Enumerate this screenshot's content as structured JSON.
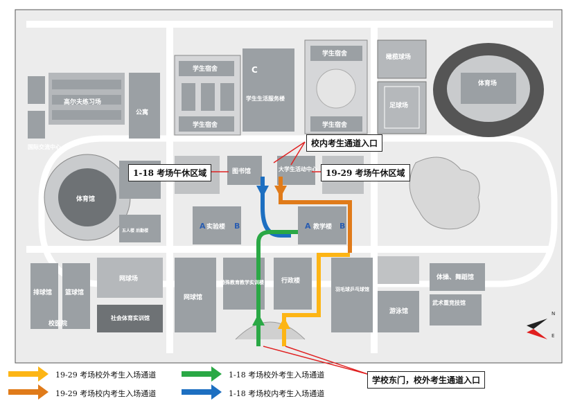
{
  "buildings": {
    "dorm_top_left": "学生宿舍",
    "dorm_mid_left": "学生宿舍",
    "label_c": "C",
    "service_building": "学生生活服务楼",
    "dorm_top_right": "学生宿舍",
    "dorm_mid_right": "学生宿舍",
    "golf": "高尔夫练习场",
    "apartment": "公寓",
    "intl_center": "国际交流中心",
    "gym": "体育馆",
    "library": "图书馆",
    "student_center": "大学生活动中心",
    "lab_building": "实验楼",
    "teaching_building": "教学楼",
    "label_a1": "A",
    "label_b1": "B",
    "label_a2": "A",
    "label_b2": "B",
    "wulou": "五人楼 后勤楼",
    "tennis_field": "网球场",
    "tennis_hall": "网球馆",
    "special_edu": "特殊教育教学实训楼",
    "admin": "行政楼",
    "badminton": "羽毛球乒乓球馆",
    "swimming": "游泳馆",
    "dance": "体操、舞蹈馆",
    "martial": "武术重竞技馆",
    "volleyball": "排球馆",
    "basketball": "篮球馆",
    "clinic": "校医院",
    "social_sports": "社会体育实训馆",
    "stadium": "体育场",
    "football": "足球场",
    "rugby": "橄榄球场"
  },
  "callouts": {
    "inner_entrance": "校内考生通道入口",
    "rest_1_18": "1-18 考场午休区域",
    "rest_19_29": "19-29 考场午休区域",
    "east_gate": "学校东门，校外考生通道入口"
  },
  "compass": {
    "n": "N",
    "e": "E"
  },
  "legend": [
    {
      "label": "19-29 考场校外考生入场通道",
      "color": "#fdb515"
    },
    {
      "label": "1-18 考场校外考生入场通道",
      "color": "#2aa845"
    },
    {
      "label": "19-29 考场校内考生入场通道",
      "color": "#e07b1a"
    },
    {
      "label": "1-18 考场校内考生入场通道",
      "color": "#1d6fc1"
    }
  ],
  "colors": {
    "map_bg": "#e9e9e9",
    "building": "#9ba0a4",
    "road": "#ffffff",
    "callout_arrow": "#e02020"
  }
}
